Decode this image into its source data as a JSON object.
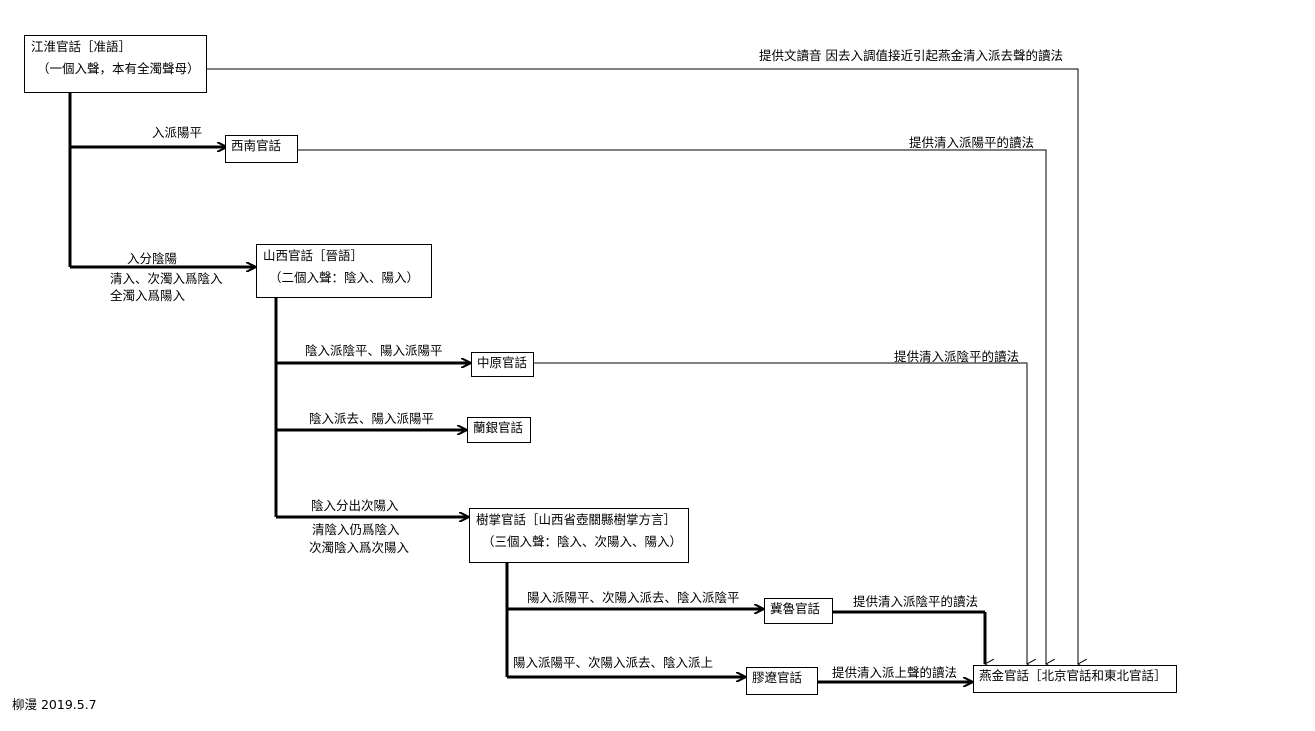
{
  "nodes": {
    "jianghuai": {
      "title": "江淮官話［准語］",
      "sub": "（一個入聲，本有全濁聲母）"
    },
    "xinan": {
      "title": "西南官話"
    },
    "shanxi": {
      "title": "山西官話［晉語］",
      "sub": "（二個入聲：陰入、陽入）"
    },
    "zhongyuan": {
      "title": "中原官話"
    },
    "lanyin": {
      "title": "蘭銀官話"
    },
    "shuzhang": {
      "title": "樹掌官話［山西省壺關縣樹掌方言］",
      "sub": "（三個入聲：陰入、次陽入、陽入）"
    },
    "jilu": {
      "title": "冀魯官話"
    },
    "jiaoliao": {
      "title": "膠遼官話"
    },
    "yanjin": {
      "title": "燕金官話［北京官話和東北官話］"
    }
  },
  "edges": {
    "to_xinan": "入派陽平",
    "to_shanxi_1": "入分陰陽",
    "to_shanxi_2": "清入、次濁入爲陰入",
    "to_shanxi_3": "全濁入爲陽入",
    "to_zhongyuan": "陰入派陰平、陽入派陽平",
    "to_lanyin": "陰入派去、陽入派陽平",
    "to_shuzhang_1": "陰入分出次陽入",
    "to_shuzhang_2": "清陰入仍爲陰入",
    "to_shuzhang_3": "次濁陰入爲次陽入",
    "to_jilu": "陽入派陽平、次陽入派去、陰入派陰平",
    "to_jiaoliao": "陽入派陽平、次陽入派去、陰入派上",
    "jh_to_yj": "提供文讀音 因去入調值接近引起燕金清入派去聲的讀法",
    "xn_to_yj": "提供清入派陽平的讀法",
    "zy_to_yj": "提供清入派陰平的讀法",
    "jl_to_yj": "提供清入派陰平的讀法",
    "jlo_to_yj": "提供清入派上聲的讀法"
  },
  "author": "柳漫 2019.5.7"
}
